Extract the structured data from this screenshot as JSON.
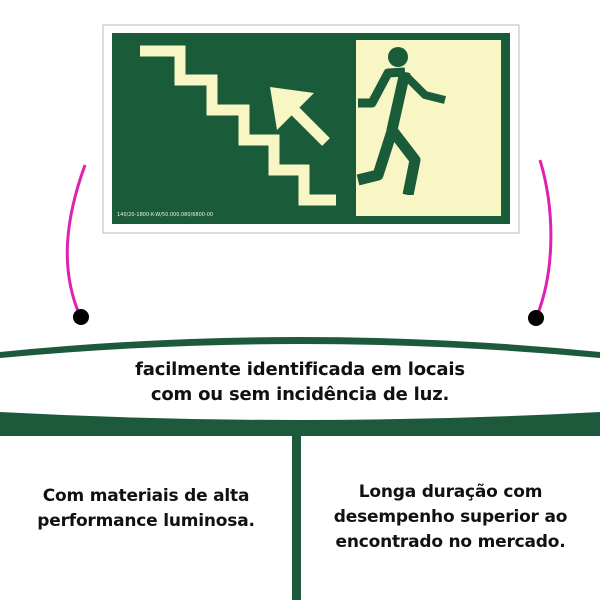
{
  "sign": {
    "code": "140/20-1800-K-W/50.000.080/6800-00",
    "colors": {
      "green": "#1a5c3a",
      "glow": "#f7f6c4"
    },
    "icons": [
      "stairs-up-icon",
      "arrow-up-left-icon",
      "running-man-exit-icon"
    ]
  },
  "banner": {
    "line1": "facilmente identificada em locais",
    "line2": "com ou sem incidência de luz."
  },
  "features": {
    "left": [
      "Com materiais de alta",
      "performance luminosa."
    ],
    "right": [
      "Longa duração com",
      "desempenho superior ao",
      "encontrado no mercado."
    ]
  },
  "colors": {
    "accent_green": "#1d5a3c",
    "connector_pink": "#e020b0"
  }
}
